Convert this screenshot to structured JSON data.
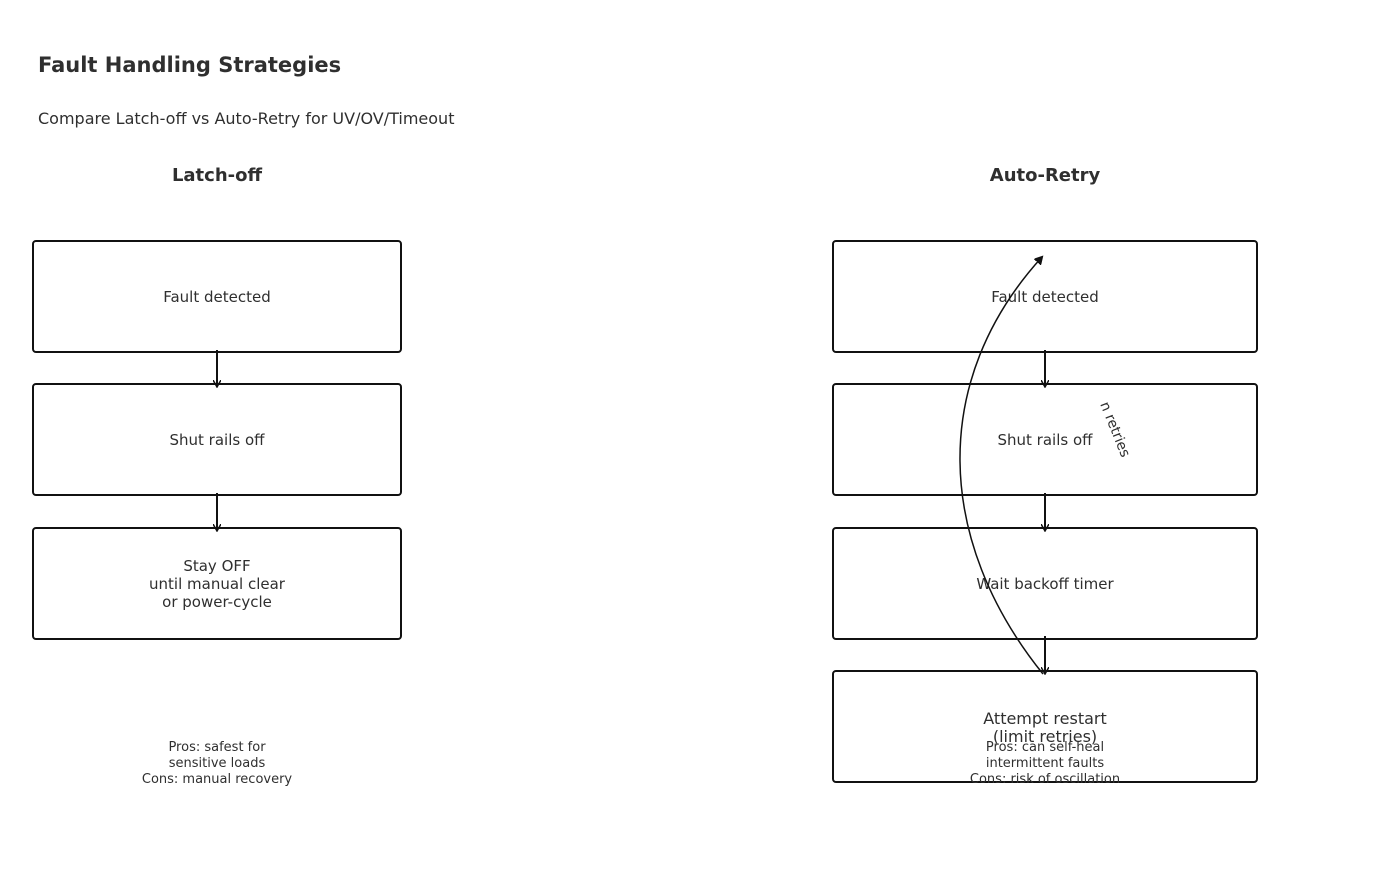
{
  "header": {
    "title": "Fault Handling Strategies",
    "subtitle": "Compare Latch-off vs Auto-Retry for UV/OV/Timeout"
  },
  "latch_off": {
    "title": "Latch-off",
    "steps": [
      "Fault detected",
      "Shut rails off",
      "Stay OFF\nuntil manual clear\nor power-cycle"
    ],
    "notes": "Pros: safest for\nsensitive loads\nCons: manual recovery"
  },
  "auto_retry": {
    "title": "Auto-Retry",
    "steps": [
      "Fault detected",
      "Shut rails off",
      "Wait backoff timer",
      "Attempt restart\n(limit retries)"
    ],
    "loop_label": "n retries",
    "notes": "Pros: can self-heal\nintermittent faults\nCons: risk of oscillation"
  },
  "colors": {
    "text": "#2f2f2f",
    "border": "#111111",
    "background": "#ffffff"
  }
}
